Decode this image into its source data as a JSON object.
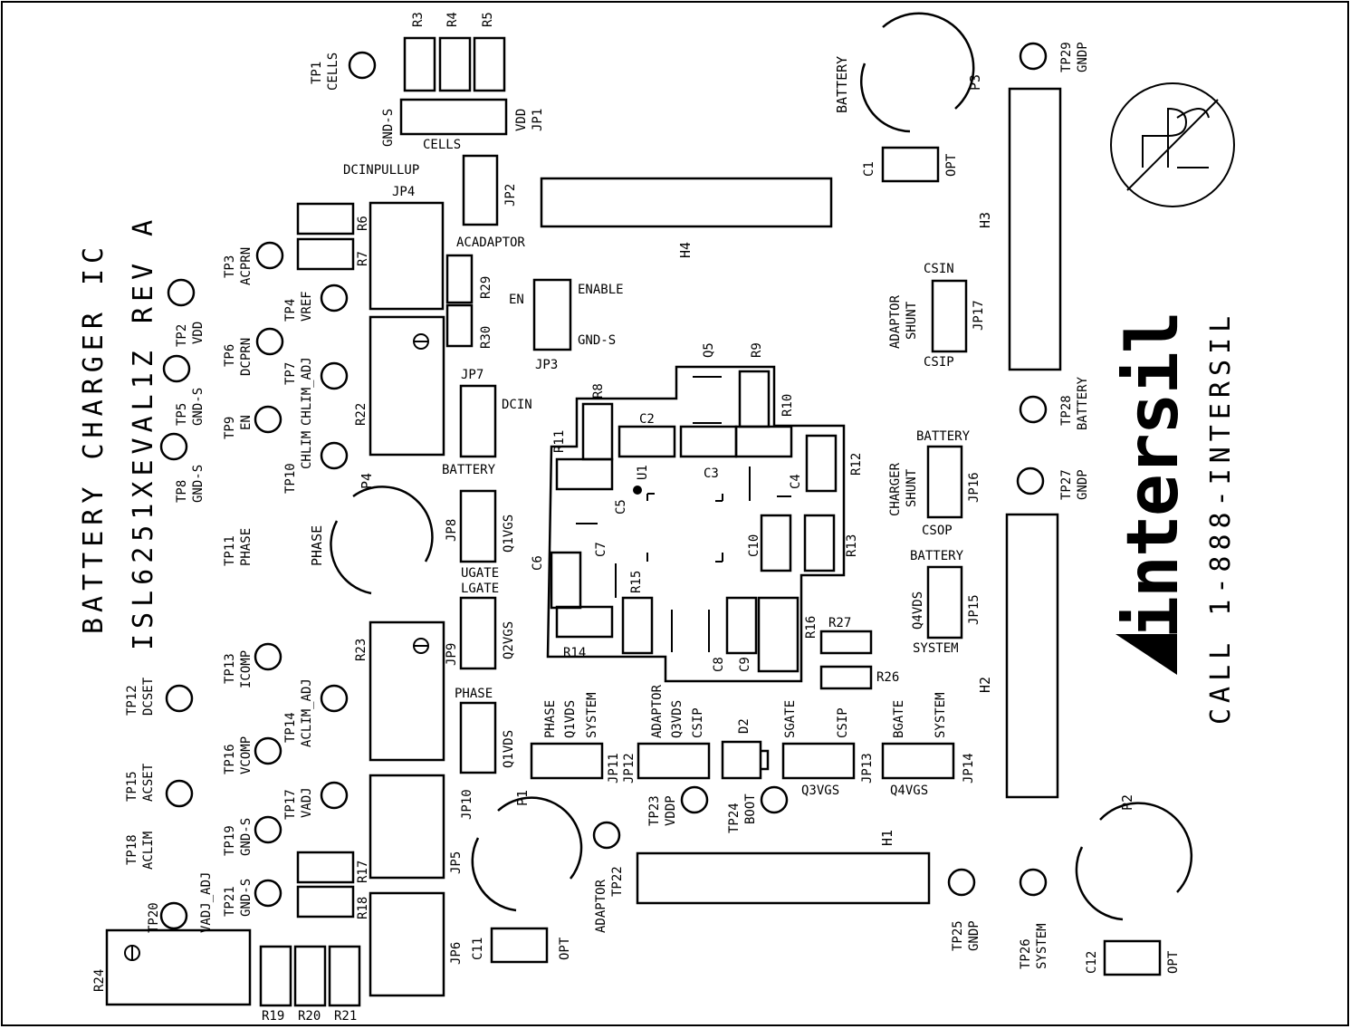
{
  "title_line1": "BATTERY CHARGER IC",
  "title_line2": "ISL6251XEVAL1Z REV A",
  "phone": "CALL 1-888-INTERSIL",
  "brand": "intersil",
  "tp": {
    "tp1": [
      "TP1",
      "CELLS"
    ],
    "tp2": [
      "TP2",
      "VDD"
    ],
    "tp3": [
      "TP3",
      "ACPRN"
    ],
    "tp4": [
      "TP4",
      "VREF"
    ],
    "tp5": [
      "TP5",
      "GND-S"
    ],
    "tp6": [
      "TP6",
      "DCPRN"
    ],
    "tp7": [
      "TP7",
      "CHLIM_ADJ"
    ],
    "tp8": [
      "TP8",
      "GND-S"
    ],
    "tp9": [
      "TP9",
      "EN"
    ],
    "tp10": [
      "TP10",
      "CHLIM"
    ],
    "tp11": [
      "TP11",
      "PHASE"
    ],
    "tp12": [
      "TP12",
      "DCSET"
    ],
    "tp13": [
      "TP13",
      "ICOMP"
    ],
    "tp14": [
      "TP14",
      "ACLIM_ADJ"
    ],
    "tp15": [
      "TP15",
      "ACSET"
    ],
    "tp16": [
      "TP16",
      "VCOMP"
    ],
    "tp17": [
      "TP17",
      "VADJ"
    ],
    "tp18": [
      "TP18",
      "ACLIM"
    ],
    "tp19": [
      "TP19",
      "GND-S"
    ],
    "tp20": [
      "TP20",
      "VADJ_ADJ"
    ],
    "tp21": [
      "TP21",
      "GND-S"
    ],
    "tp22": [
      "TP22",
      "ADAPTOR"
    ],
    "tp23": [
      "TP23",
      "VDDP"
    ],
    "tp24": [
      "TP24",
      "BOOT"
    ],
    "tp25": [
      "TP25",
      "GNDP"
    ],
    "tp26": [
      "TP26",
      "SYSTEM"
    ],
    "tp27": [
      "TP27",
      "GNDP"
    ],
    "tp28": [
      "TP28",
      "BATTERY"
    ],
    "tp29": [
      "TP29",
      "GNDP"
    ]
  },
  "labels": {
    "r3": "R3",
    "r4": "R4",
    "r5": "R5",
    "r6": "R6",
    "r7": "R7",
    "r8": "R8",
    "r9": "R9",
    "r10": "R10",
    "r11": "R11",
    "r12": "R12",
    "r13": "R13",
    "r14": "R14",
    "r15": "R15",
    "r16": "R16",
    "r17": "R17",
    "r18": "R18",
    "r19": "R19",
    "r20": "R20",
    "r21": "R21",
    "r22": "R22",
    "r23": "R23",
    "r24": "R24",
    "r26": "R26",
    "r27": "R27",
    "r29": "R29",
    "r30": "R30",
    "c1": "C1",
    "c2": "C2",
    "c3": "C3",
    "c4": "C4",
    "c5": "C5",
    "c6": "C6",
    "c7": "C7",
    "c8": "C8",
    "c9": "C9",
    "c10": "C10",
    "c11": "C11",
    "c12": "C12",
    "q5": "Q5",
    "u1": "U1",
    "d2": "D2",
    "h1": "H1",
    "h2": "H2",
    "h3": "H3",
    "h4": "H4",
    "p1": "P1",
    "p2": "P2",
    "p3": "P3",
    "p4": "P4",
    "jp1": "JP1",
    "jp2": "JP2",
    "jp3": "JP3",
    "jp4": "JP4",
    "jp5": "JP5",
    "jp6": "JP6",
    "jp7": "JP7",
    "jp8": "JP8",
    "jp9": "JP9",
    "jp10": "JP10",
    "jp11": "JP11",
    "jp12": "JP12",
    "jp13": "JP13",
    "jp14": "JP14",
    "jp15": "JP15",
    "jp16": "JP16",
    "jp17": "JP17",
    "opt": "OPT",
    "gnds": "GND-S",
    "vdd": "VDD",
    "cells": "CELLS",
    "dcinpullup": "DCINPULLUP",
    "acadaptor": "ACADAPTOR",
    "en": "EN",
    "enable": "ENABLE",
    "gnds2": "GND-S",
    "dcin": "DCIN",
    "battery": "BATTERY",
    "phase": "PHASE",
    "q1vgs": "Q1VGS",
    "ugate": "UGATE",
    "lgate": "LGATE",
    "q2vgs": "Q2VGS",
    "phase2": "PHASE",
    "q1vds": "Q1VDS",
    "j11a": "PHASE",
    "j11b": "Q1VDS",
    "j11c": "SYSTEM",
    "j12a": "ADAPTOR",
    "j12b": "Q3VDS",
    "j12c": "CSIP",
    "sgate": "SGATE",
    "csip": "CSIP",
    "q3vgs": "Q3VGS",
    "bgate": "BGATE",
    "system": "SYSTEM",
    "q4vgs": "Q4VGS",
    "csin": "CSIN",
    "adaptor": "ADAPTOR",
    "shunt": "SHUNT",
    "csip2": "CSIP",
    "battery2": "BATTERY",
    "charger": "CHARGER",
    "shunt2": "SHUNT",
    "csop": "CSOP",
    "battery3": "BATTERY",
    "q4vds": "Q4VDS",
    "system2": "SYSTEM",
    "battery4": "BATTERY"
  }
}
